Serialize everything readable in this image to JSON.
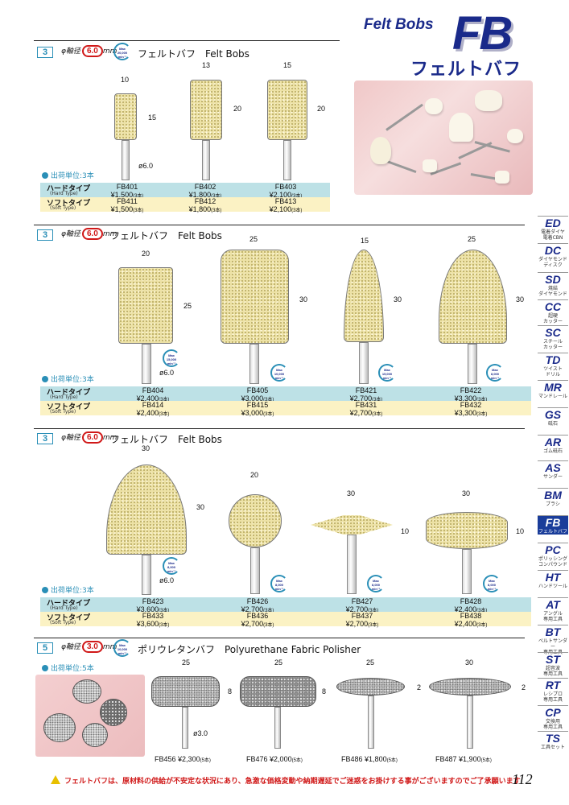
{
  "header": {
    "title_en": "Felt Bobs",
    "code": "FB",
    "title_jp": "フェルトバフ"
  },
  "sections": [
    {
      "qty_box": "3",
      "shaft_prefix": "φ軸径",
      "shaft_dia": "6.0",
      "shaft_unit": "mm",
      "max_rpm": [
        "Max",
        "20,000",
        "min⁻¹"
      ],
      "title": "フェルトバフ　Felt Bobs",
      "unit_note": "出荷単位:3本",
      "dims": [
        "10",
        "15",
        "13",
        "20",
        "15",
        "20",
        "ø6.0"
      ],
      "hard": {
        "label": "ハードタイプ",
        "label_en": "(Hard Type)",
        "items": [
          {
            "code": "FB401",
            "price": "¥1,500",
            "qty": "(3本)"
          },
          {
            "code": "FB402",
            "price": "¥1,800",
            "qty": "(3本)"
          },
          {
            "code": "FB403",
            "price": "¥2,100",
            "qty": "(3本)"
          }
        ]
      },
      "soft": {
        "label": "ソフトタイプ",
        "label_en": "(Soft Type)",
        "items": [
          {
            "code": "FB411",
            "price": "¥1,500",
            "qty": "(3本)"
          },
          {
            "code": "FB412",
            "price": "¥1,800",
            "qty": "(3本)"
          },
          {
            "code": "FB413",
            "price": "¥2,100",
            "qty": "(3本)"
          }
        ]
      }
    },
    {
      "qty_box": "3",
      "shaft_prefix": "φ軸径",
      "shaft_dia": "6.0",
      "shaft_unit": "mm",
      "title": "フェルトバフ　Felt Bobs",
      "unit_note": "出荷単位:3本",
      "max_rpm_a": [
        "Max",
        "15,000",
        "min⁻¹"
      ],
      "max_rpm_b": [
        "Max",
        "10,000",
        "min⁻¹"
      ],
      "max_rpm_c": [
        "Max",
        "15,000",
        "min⁻¹"
      ],
      "max_rpm_d": [
        "Max",
        "8,000",
        "min⁻¹"
      ],
      "dims": [
        "20",
        "25",
        "25",
        "30",
        "15",
        "30",
        "25",
        "30",
        "ø6.0"
      ],
      "hard": {
        "label": "ハードタイプ",
        "label_en": "(Hard Type)",
        "items": [
          {
            "code": "FB404",
            "price": "¥2,400",
            "qty": "(3本)"
          },
          {
            "code": "FB405",
            "price": "¥3,000",
            "qty": "(3本)"
          },
          {
            "code": "FB421",
            "price": "¥2,700",
            "qty": "(3本)"
          },
          {
            "code": "FB422",
            "price": "¥3,300",
            "qty": "(3本)"
          }
        ]
      },
      "soft": {
        "label": "ソフトタイプ",
        "label_en": "(Soft Type)",
        "items": [
          {
            "code": "FB414",
            "price": "¥2,400",
            "qty": "(3本)"
          },
          {
            "code": "FB415",
            "price": "¥3,000",
            "qty": "(3本)"
          },
          {
            "code": "FB431",
            "price": "¥2,700",
            "qty": "(3本)"
          },
          {
            "code": "FB432",
            "price": "¥3,300",
            "qty": "(3本)"
          }
        ]
      }
    },
    {
      "qty_box": "3",
      "shaft_prefix": "φ軸径",
      "shaft_dia": "6.0",
      "shaft_unit": "mm",
      "title": "フェルトバフ　Felt Bobs",
      "unit_note": "出荷単位:3本",
      "max_rpm_a": [
        "Max",
        "8,000",
        "min⁻¹"
      ],
      "max_rpm_b": [
        "Max",
        "8,000",
        "min⁻¹"
      ],
      "max_rpm_c": [
        "Max",
        "8,000",
        "min⁻¹"
      ],
      "max_rpm_d": [
        "Max",
        "8,000",
        "min⁻¹"
      ],
      "dims": [
        "30",
        "30",
        "20",
        "30",
        "10",
        "30",
        "10",
        "ø6.0"
      ],
      "hard": {
        "label": "ハードタイプ",
        "label_en": "(Hard Type)",
        "items": [
          {
            "code": "FB423",
            "price": "¥3,600",
            "qty": "(3本)"
          },
          {
            "code": "FB426",
            "price": "¥2,700",
            "qty": "(3本)"
          },
          {
            "code": "FB427",
            "price": "¥2,700",
            "qty": "(3本)"
          },
          {
            "code": "FB428",
            "price": "¥2,400",
            "qty": "(3本)"
          }
        ]
      },
      "soft": {
        "label": "ソフトタイプ",
        "label_en": "(Soft Type)",
        "items": [
          {
            "code": "FB433",
            "price": "¥3,600",
            "qty": "(3本)"
          },
          {
            "code": "FB436",
            "price": "¥2,700",
            "qty": "(3本)"
          },
          {
            "code": "FB437",
            "price": "¥2,700",
            "qty": "(3本)"
          },
          {
            "code": "FB438",
            "price": "¥2,400",
            "qty": "(3本)"
          }
        ]
      }
    },
    {
      "qty_box": "5",
      "shaft_prefix": "φ軸径",
      "shaft_dia": "3.0",
      "shaft_unit": "mm",
      "max_rpm": [
        "Max",
        "10,000",
        "min⁻¹"
      ],
      "title": "ポリウレタンバフ　Polyurethane  Fabric Polisher",
      "unit_note": "出荷単位:5本",
      "dims": [
        "25",
        "8",
        "25",
        "8",
        "25",
        "2",
        "30",
        "2",
        "ø3.0"
      ],
      "items": [
        {
          "code": "FB456",
          "price": "¥2,300",
          "qty": "(5本)"
        },
        {
          "code": "FB476",
          "price": "¥2,000",
          "qty": "(5本)"
        },
        {
          "code": "FB486",
          "price": "¥1,800",
          "qty": "(5本)"
        },
        {
          "code": "FB487",
          "price": "¥1,900",
          "qty": "(5本)"
        }
      ]
    }
  ],
  "sidebar": [
    {
      "code": "ED",
      "label": "電着ダイヤ\n電着CBN"
    },
    {
      "code": "DC",
      "label": "ダイヤモンド\nディスク"
    },
    {
      "code": "SD",
      "label": "焼結\nダイヤモンド"
    },
    {
      "code": "CC",
      "label": "超硬\nカッター"
    },
    {
      "code": "SC",
      "label": "スチール\nカッター"
    },
    {
      "code": "TD",
      "label": "ツイスト\nドリル"
    },
    {
      "code": "MR",
      "label": "マンドレール"
    },
    {
      "code": "GS",
      "label": "砥石"
    },
    {
      "code": "AR",
      "label": "ゴム砥石"
    },
    {
      "code": "AS",
      "label": "サンダー"
    },
    {
      "code": "BM",
      "label": "ブラシ"
    },
    {
      "code": "FB",
      "label": "フェルトバフ"
    },
    {
      "code": "PC",
      "label": "ポリッシング\nコンパウンド"
    },
    {
      "code": "HT",
      "label": "ハンドツール"
    },
    {
      "code": "AT",
      "label": "アングル\n専用工具"
    },
    {
      "code": "BT",
      "label": "ベルトサンダー\n専用工具"
    },
    {
      "code": "ST",
      "label": "超音波\n専用工具"
    },
    {
      "code": "RT",
      "label": "レシプロ\n専用工具"
    },
    {
      "code": "CP",
      "label": "交換用\n専用工具"
    },
    {
      "code": "TS",
      "label": "工具セット"
    }
  ],
  "footer": {
    "part1": "フェルトバフは、原材料の供給が不安定な状況にあり、急激な価格変動や納期遅延でご迷惑をお掛けする事がございますのでご了承願います",
    "page": "112"
  },
  "colors": {
    "brand": "#1a2a8a",
    "accent": "#2a8fb7",
    "active_tab": "#1a3d9a",
    "hard_row": "#bde1e6",
    "soft_row": "#fbf2c4",
    "warn": "#d01818"
  }
}
